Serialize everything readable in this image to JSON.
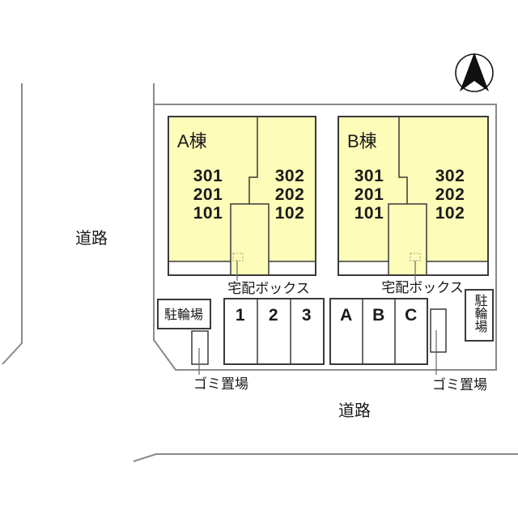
{
  "compass": {
    "direction": "north"
  },
  "roads": {
    "left_label": "道路",
    "bottom_label": "道路"
  },
  "buildings": [
    {
      "name": "A棟",
      "rooms_left": [
        "301",
        "201",
        "101"
      ],
      "rooms_right": [
        "302",
        "202",
        "102"
      ],
      "delivery_box_label": "宅配ボックス"
    },
    {
      "name": "B棟",
      "rooms_left": [
        "301",
        "201",
        "101"
      ],
      "rooms_right": [
        "302",
        "202",
        "102"
      ],
      "delivery_box_label": "宅配ボックス"
    }
  ],
  "bicycle_parking": {
    "left_label": "駐輪場",
    "right_label": "駐輪場"
  },
  "garbage": {
    "left_label": "ゴミ置場",
    "right_label": "ゴミ置場"
  },
  "parking": {
    "numeric_spaces": [
      "1",
      "2",
      "3"
    ],
    "letter_spaces": [
      "A",
      "B",
      "C"
    ]
  },
  "colors": {
    "building_fill": "#fdfcb8",
    "outline": "#3a3a3a",
    "boundary": "#8a8a8a",
    "text": "#1a1a1a"
  }
}
